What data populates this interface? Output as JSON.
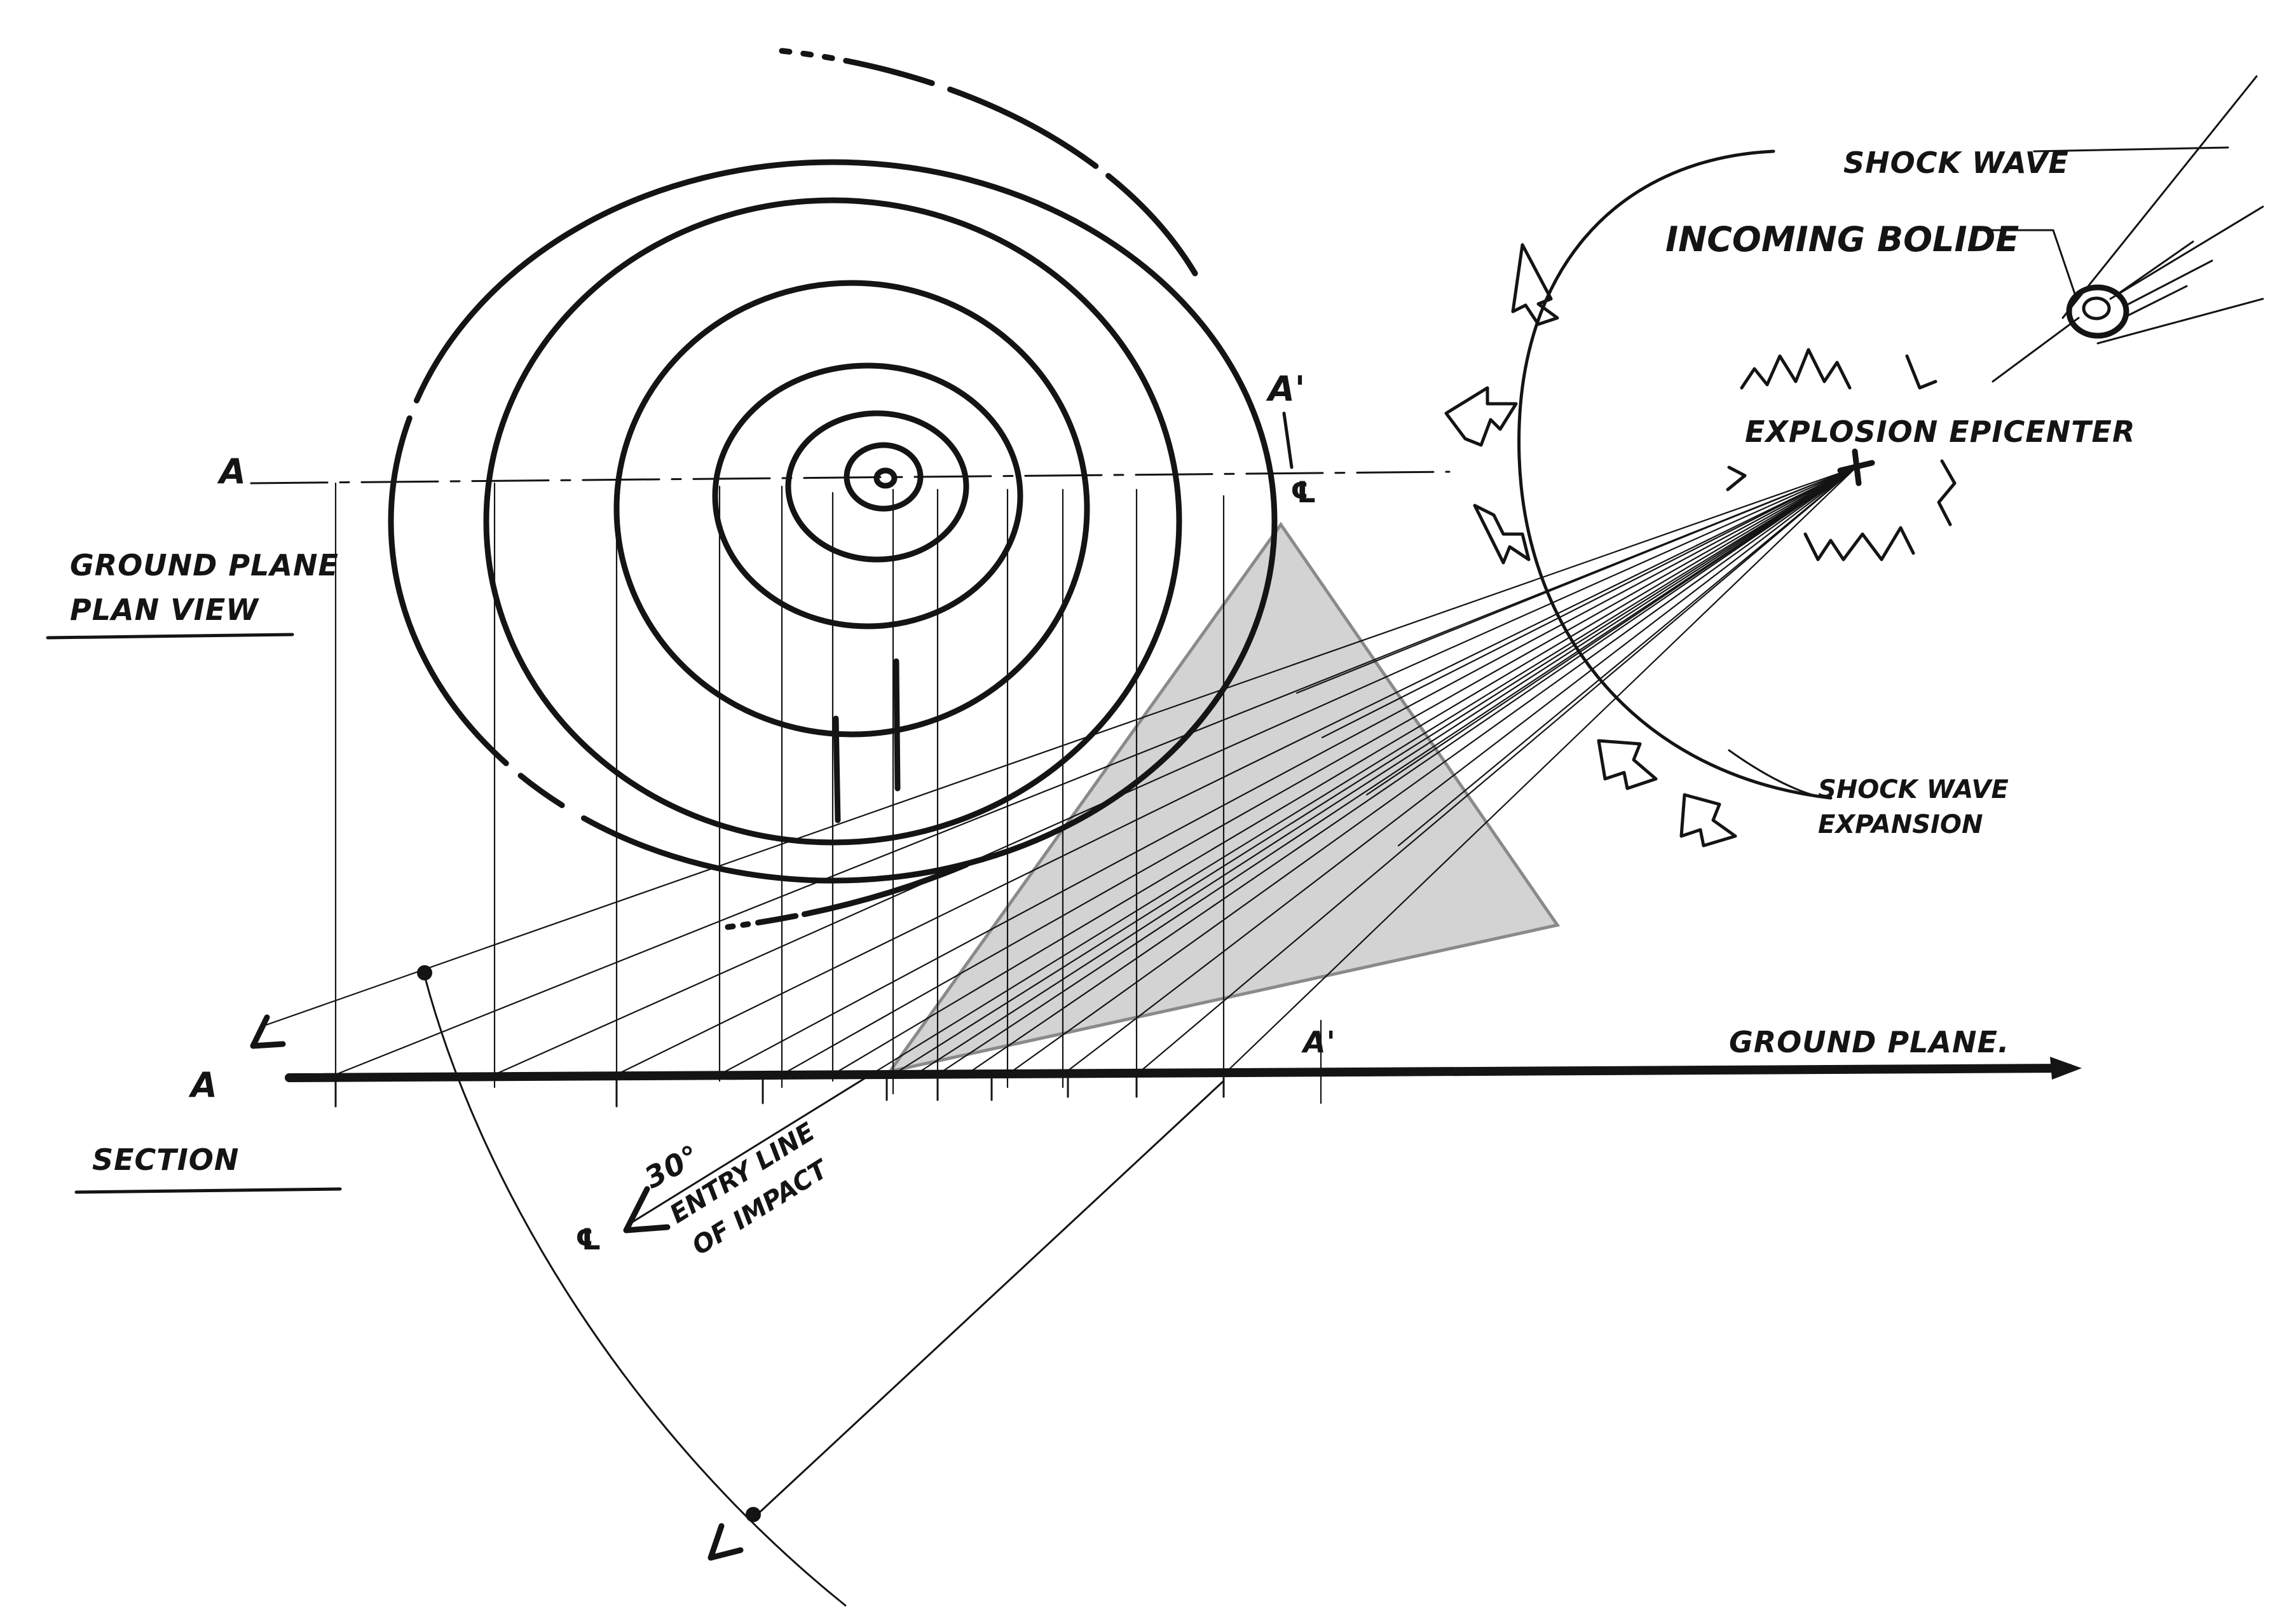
{
  "diagram": {
    "labels": {
      "shock_wave": "SHOCK WAVE",
      "incoming_bolide": "INCOMING BOLIDE",
      "explosion_epicenter": "EXPLOSION EPICENTER",
      "ground_plane_plan_view_line1": "GROUND PLANE",
      "ground_plane_plan_view_line2": "PLAN VIEW",
      "shock_wave_expansion_line1": "SHOCK WAVE",
      "shock_wave_expansion_line2": "EXPANSION",
      "ground_plane": "GROUND PLANE.",
      "section": "SECTION",
      "angle": "30°",
      "entry_line_line1": "ENTRY LINE",
      "entry_line_line2": "OF IMPACT",
      "marker_a_top": "A",
      "marker_a_bottom": "A",
      "marker_a_prime_top": "A'",
      "marker_a_prime_bottom": "A'",
      "centerline_top": "℄",
      "centerline_bottom": "℄"
    },
    "colors": {
      "ink": "#141414",
      "shadow_triangle": "#c8c8c8",
      "paper": "#ffffff"
    }
  }
}
